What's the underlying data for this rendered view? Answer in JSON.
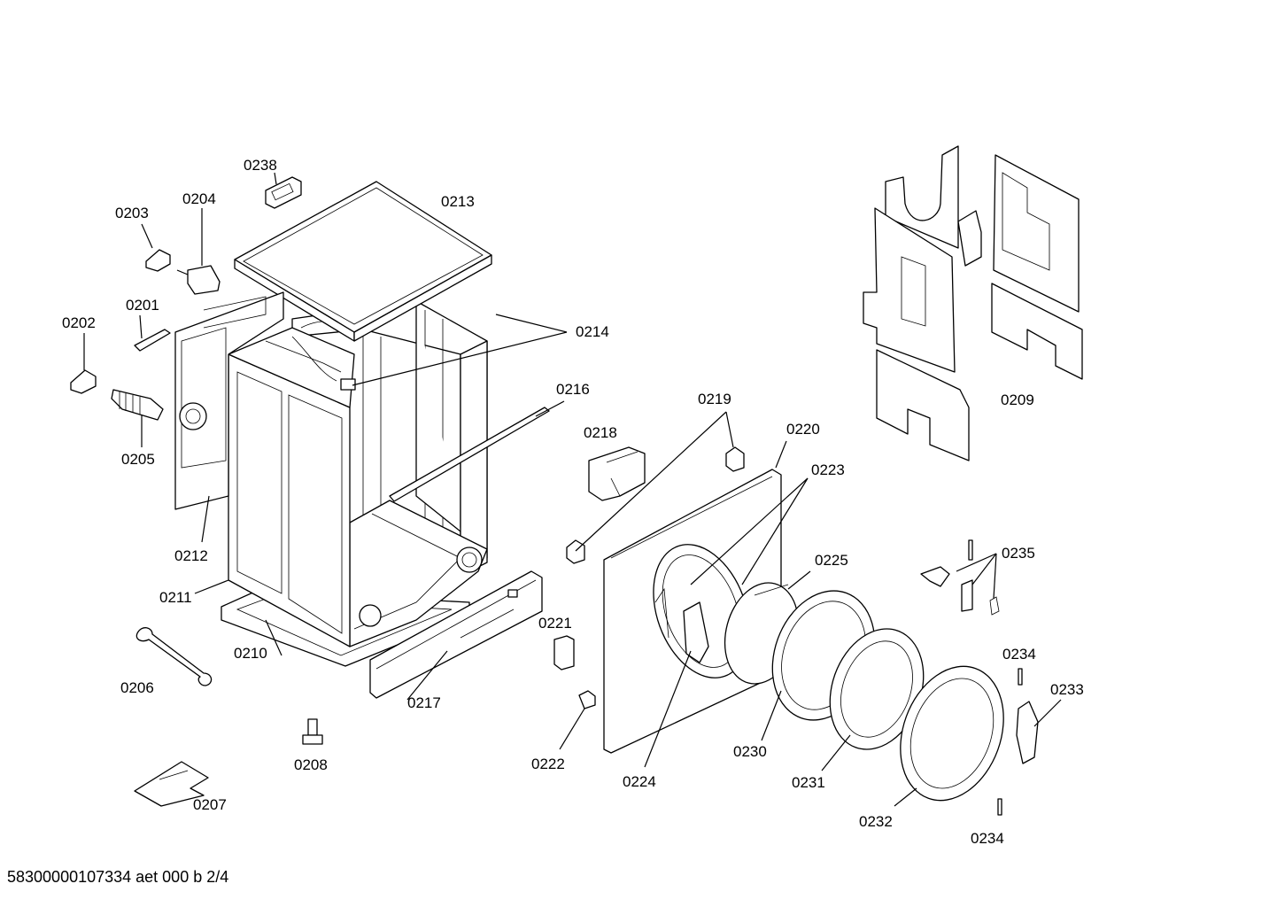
{
  "labels": {
    "p0201": "0201",
    "p0202": "0202",
    "p0203": "0203",
    "p0204": "0204",
    "p0205": "0205",
    "p0206": "0206",
    "p0207": "0207",
    "p0208": "0208",
    "p0209": "0209",
    "p0210": "0210",
    "p0211": "0211",
    "p0212": "0212",
    "p0213": "0213",
    "p0214": "0214",
    "p0216": "0216",
    "p0217": "0217",
    "p0218": "0218",
    "p0219": "0219",
    "p0220": "0220",
    "p0221": "0221",
    "p0222": "0222",
    "p0223": "0223",
    "p0224": "0224",
    "p0225": "0225",
    "p0230": "0230",
    "p0231": "0231",
    "p0232": "0232",
    "p0233": "0233",
    "p0234a": "0234",
    "p0234b": "0234",
    "p0235": "0235",
    "p0238": "0238"
  },
  "footer": "58300000107334 aet 000 b 2/4"
}
